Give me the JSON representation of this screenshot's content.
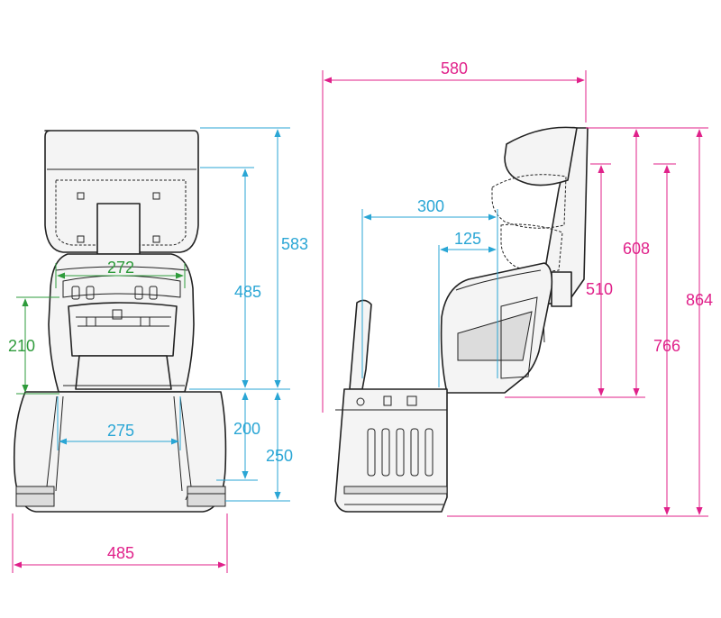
{
  "colors": {
    "blue": "#2aa6d5",
    "green": "#2e9b3b",
    "pink": "#e0218a",
    "outline": "#222222"
  },
  "front_view": {
    "overall_height": "583",
    "backrest_height": "485",
    "shoulder_width": "272",
    "side_height": "210",
    "seat_width": "275",
    "leg_height": "200",
    "base_height": "250",
    "overall_width": "485"
  },
  "side_view": {
    "overall_depth": "580",
    "seat_depth": "300",
    "inner_depth": "125",
    "backrest_height": "510",
    "seat_to_top": "608",
    "total_height_a": "766",
    "total_height_b": "864"
  }
}
